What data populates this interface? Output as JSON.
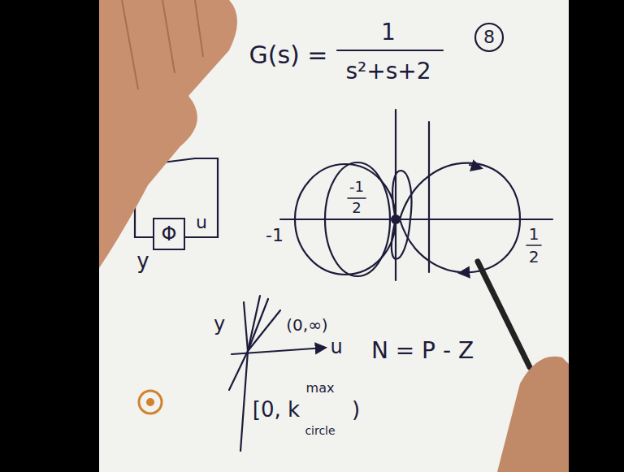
{
  "diagram": {
    "nodes": [
      {
        "text": [
          "Φ"
        ]
      }
    ],
    "labels": [
      "G(s) =",
      "1",
      "s²+s+2",
      "8",
      "-1",
      "-1",
      "2",
      "1",
      "2",
      "y",
      "u",
      "y",
      "u",
      "(0,∞)",
      "N = P - Z",
      "[0, k",
      "max",
      "circle",
      ")"
    ]
  }
}
